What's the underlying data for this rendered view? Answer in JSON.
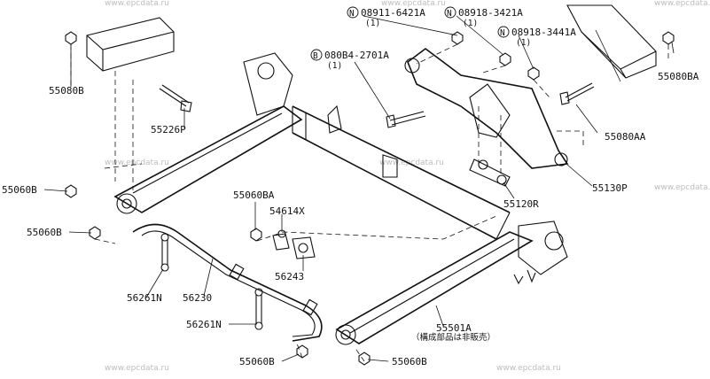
{
  "labels": {
    "p55080b": "55080B",
    "p55226p": "55226P",
    "p55060b_left": "55060B",
    "p55060b_left2": "55060B",
    "p56261n_top": "56261N",
    "p56230": "56230",
    "p56261n_bottom": "56261N",
    "p55060b_bottom": "55060B",
    "p55060ba": "55060BA",
    "p54614x": "54614X",
    "p56243": "56243",
    "p55060b_bottom_right": "55060B",
    "p55501a": "55501A",
    "p55501a_note": "（構成部品は非販売）",
    "p08911": "08911-6421A",
    "p08911_qty": "(1)",
    "p08918_1": "08918-3421A",
    "p08918_1_qty": "(1)",
    "p08918_2": "08918-3441A",
    "p08918_2_qty": "(1)",
    "p080b4": "080B4-2701A",
    "p080b4_qty": "(1)",
    "p55080ba": "55080BA",
    "p55080aa": "55080AA",
    "p55130p": "55130P",
    "p55120r": "55120R"
  },
  "symbols": {
    "n": "N",
    "b": "B"
  },
  "watermarks": {
    "text": "www.epcdata.ru"
  }
}
